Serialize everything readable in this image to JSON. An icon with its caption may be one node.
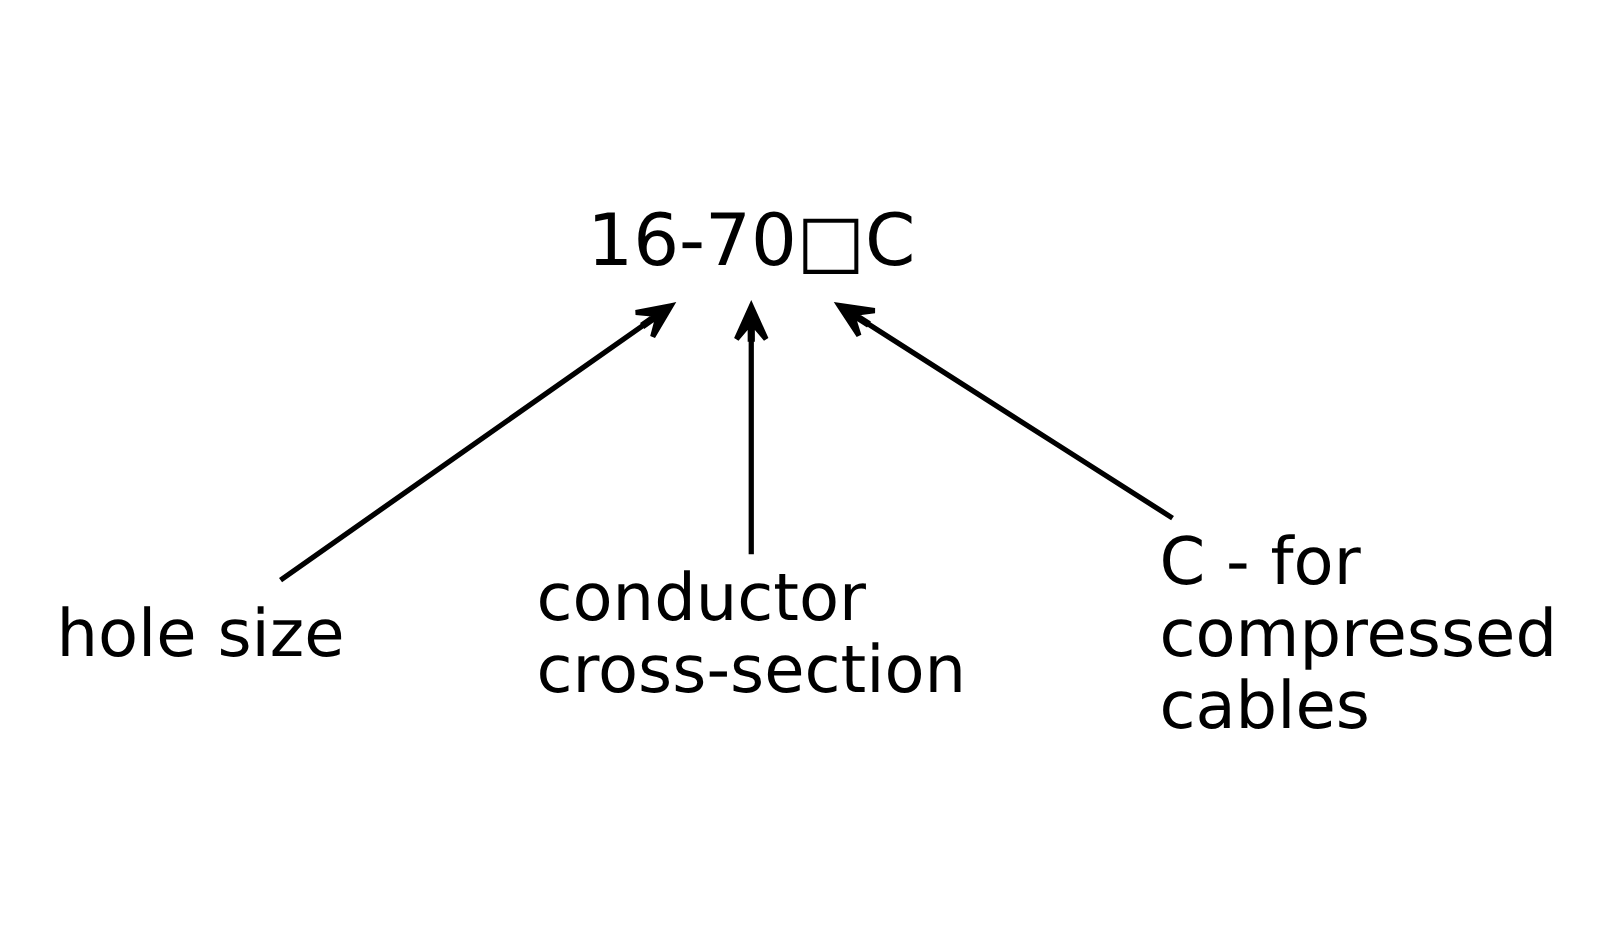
{
  "diagram": {
    "nodes": [
      {
        "text": [
          "16-70□C"
        ]
      },
      {
        "text": [
          "hole size"
        ]
      },
      {
        "text": [
          "conductor cross-section"
        ]
      },
      {
        "text": [
          "C - for compressed cables"
        ]
      }
    ],
    "edges": [
      {
        "from": 1,
        "to": 0,
        "arrow": "to"
      },
      {
        "from": 2,
        "to": 0,
        "arrow": "to"
      },
      {
        "from": 3,
        "to": 0,
        "arrow": "to"
      }
    ]
  }
}
